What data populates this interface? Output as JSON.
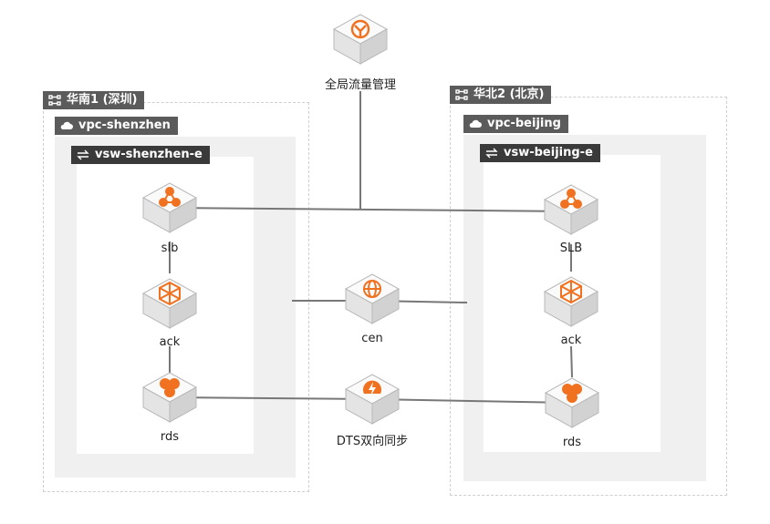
{
  "regions": {
    "south": {
      "name": "华南1 (深圳)",
      "vpc": "vpc-shenzhen",
      "vsw": "vsw-shenzhen-e"
    },
    "north": {
      "name": "华北2 (北京)",
      "vpc": "vpc-beijing",
      "vsw": "vsw-beijing-e"
    }
  },
  "nodes": {
    "gtm": {
      "label": "全局流量管理",
      "icon": "global-traffic-icon"
    },
    "slb_sz": {
      "label": "slb",
      "icon": "slb-icon"
    },
    "slb_bj": {
      "label": "SLB",
      "icon": "slb-icon"
    },
    "ack_sz": {
      "label": "ack",
      "icon": "ack-icon"
    },
    "ack_bj": {
      "label": "ack",
      "icon": "ack-icon"
    },
    "cen": {
      "label": "cen",
      "icon": "cen-icon"
    },
    "rds_sz": {
      "label": "rds",
      "icon": "rds-icon"
    },
    "rds_bj": {
      "label": "rds",
      "icon": "rds-icon"
    },
    "dts": {
      "label": "DTS双向同步",
      "icon": "dts-icon"
    }
  },
  "colors": {
    "accent": "#f07120",
    "line": "#777777",
    "tag": "#5b5b5b"
  }
}
